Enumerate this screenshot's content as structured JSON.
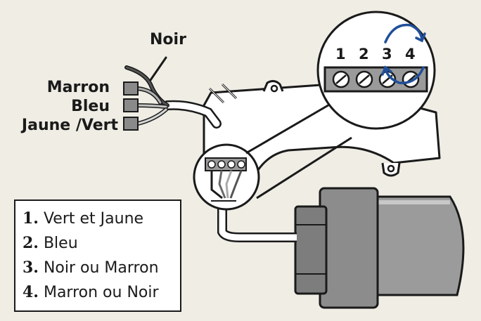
{
  "wires": {
    "black": "Noir",
    "brown": "Marron",
    "blue": "Bleu",
    "yellow_green": "Jaune /Vert"
  },
  "terminals": [
    "1",
    "2",
    "3",
    "4"
  ],
  "legend": [
    {
      "num": "1.",
      "text": "Vert et Jaune"
    },
    {
      "num": "2.",
      "text": "Bleu"
    },
    {
      "num": "3.",
      "text": "Noir ou Marron"
    },
    {
      "num": "4.",
      "text": "Marron ou Noir"
    }
  ],
  "colors": {
    "background": "#efede4",
    "outline": "#1a1a1a",
    "terminal_block": "#9a9a9a",
    "motor_tube": "#8c8c8c",
    "swap_arrow": "#1f4f9a"
  }
}
